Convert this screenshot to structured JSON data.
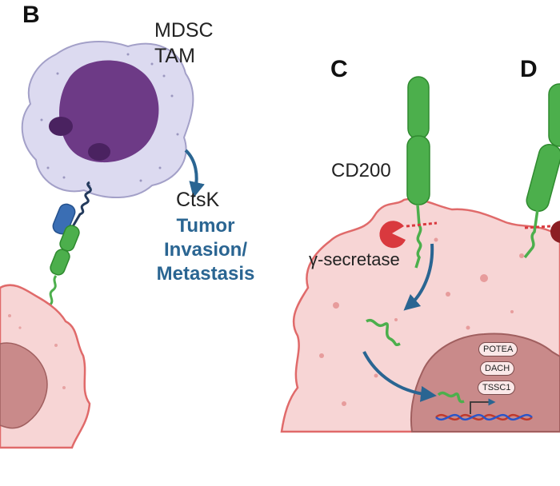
{
  "panels": {
    "b": "B",
    "c": "C",
    "d": "D"
  },
  "cell_labels": {
    "line1": "MDSC",
    "line2": "TAM"
  },
  "protease": "CtsK",
  "outcome": {
    "line1": "Tumor",
    "line2": "Invasion/",
    "line3": "Metastasis"
  },
  "receptor": "CD200",
  "enzyme": "γ-secretase",
  "genes": [
    "POTEA",
    "DACH",
    "TSSC1"
  ],
  "colors": {
    "immune_cell": "#dcdaf0",
    "nucleus": "#6d3a86",
    "tumor_cell": "#f7d5d5",
    "tumor_border": "#e06a6a",
    "tumor_nucleus": "#c98a8a",
    "receptor_green": "#4caf4c",
    "arrow_blue": "#2a6592",
    "enzyme_red": "#d9393e"
  }
}
